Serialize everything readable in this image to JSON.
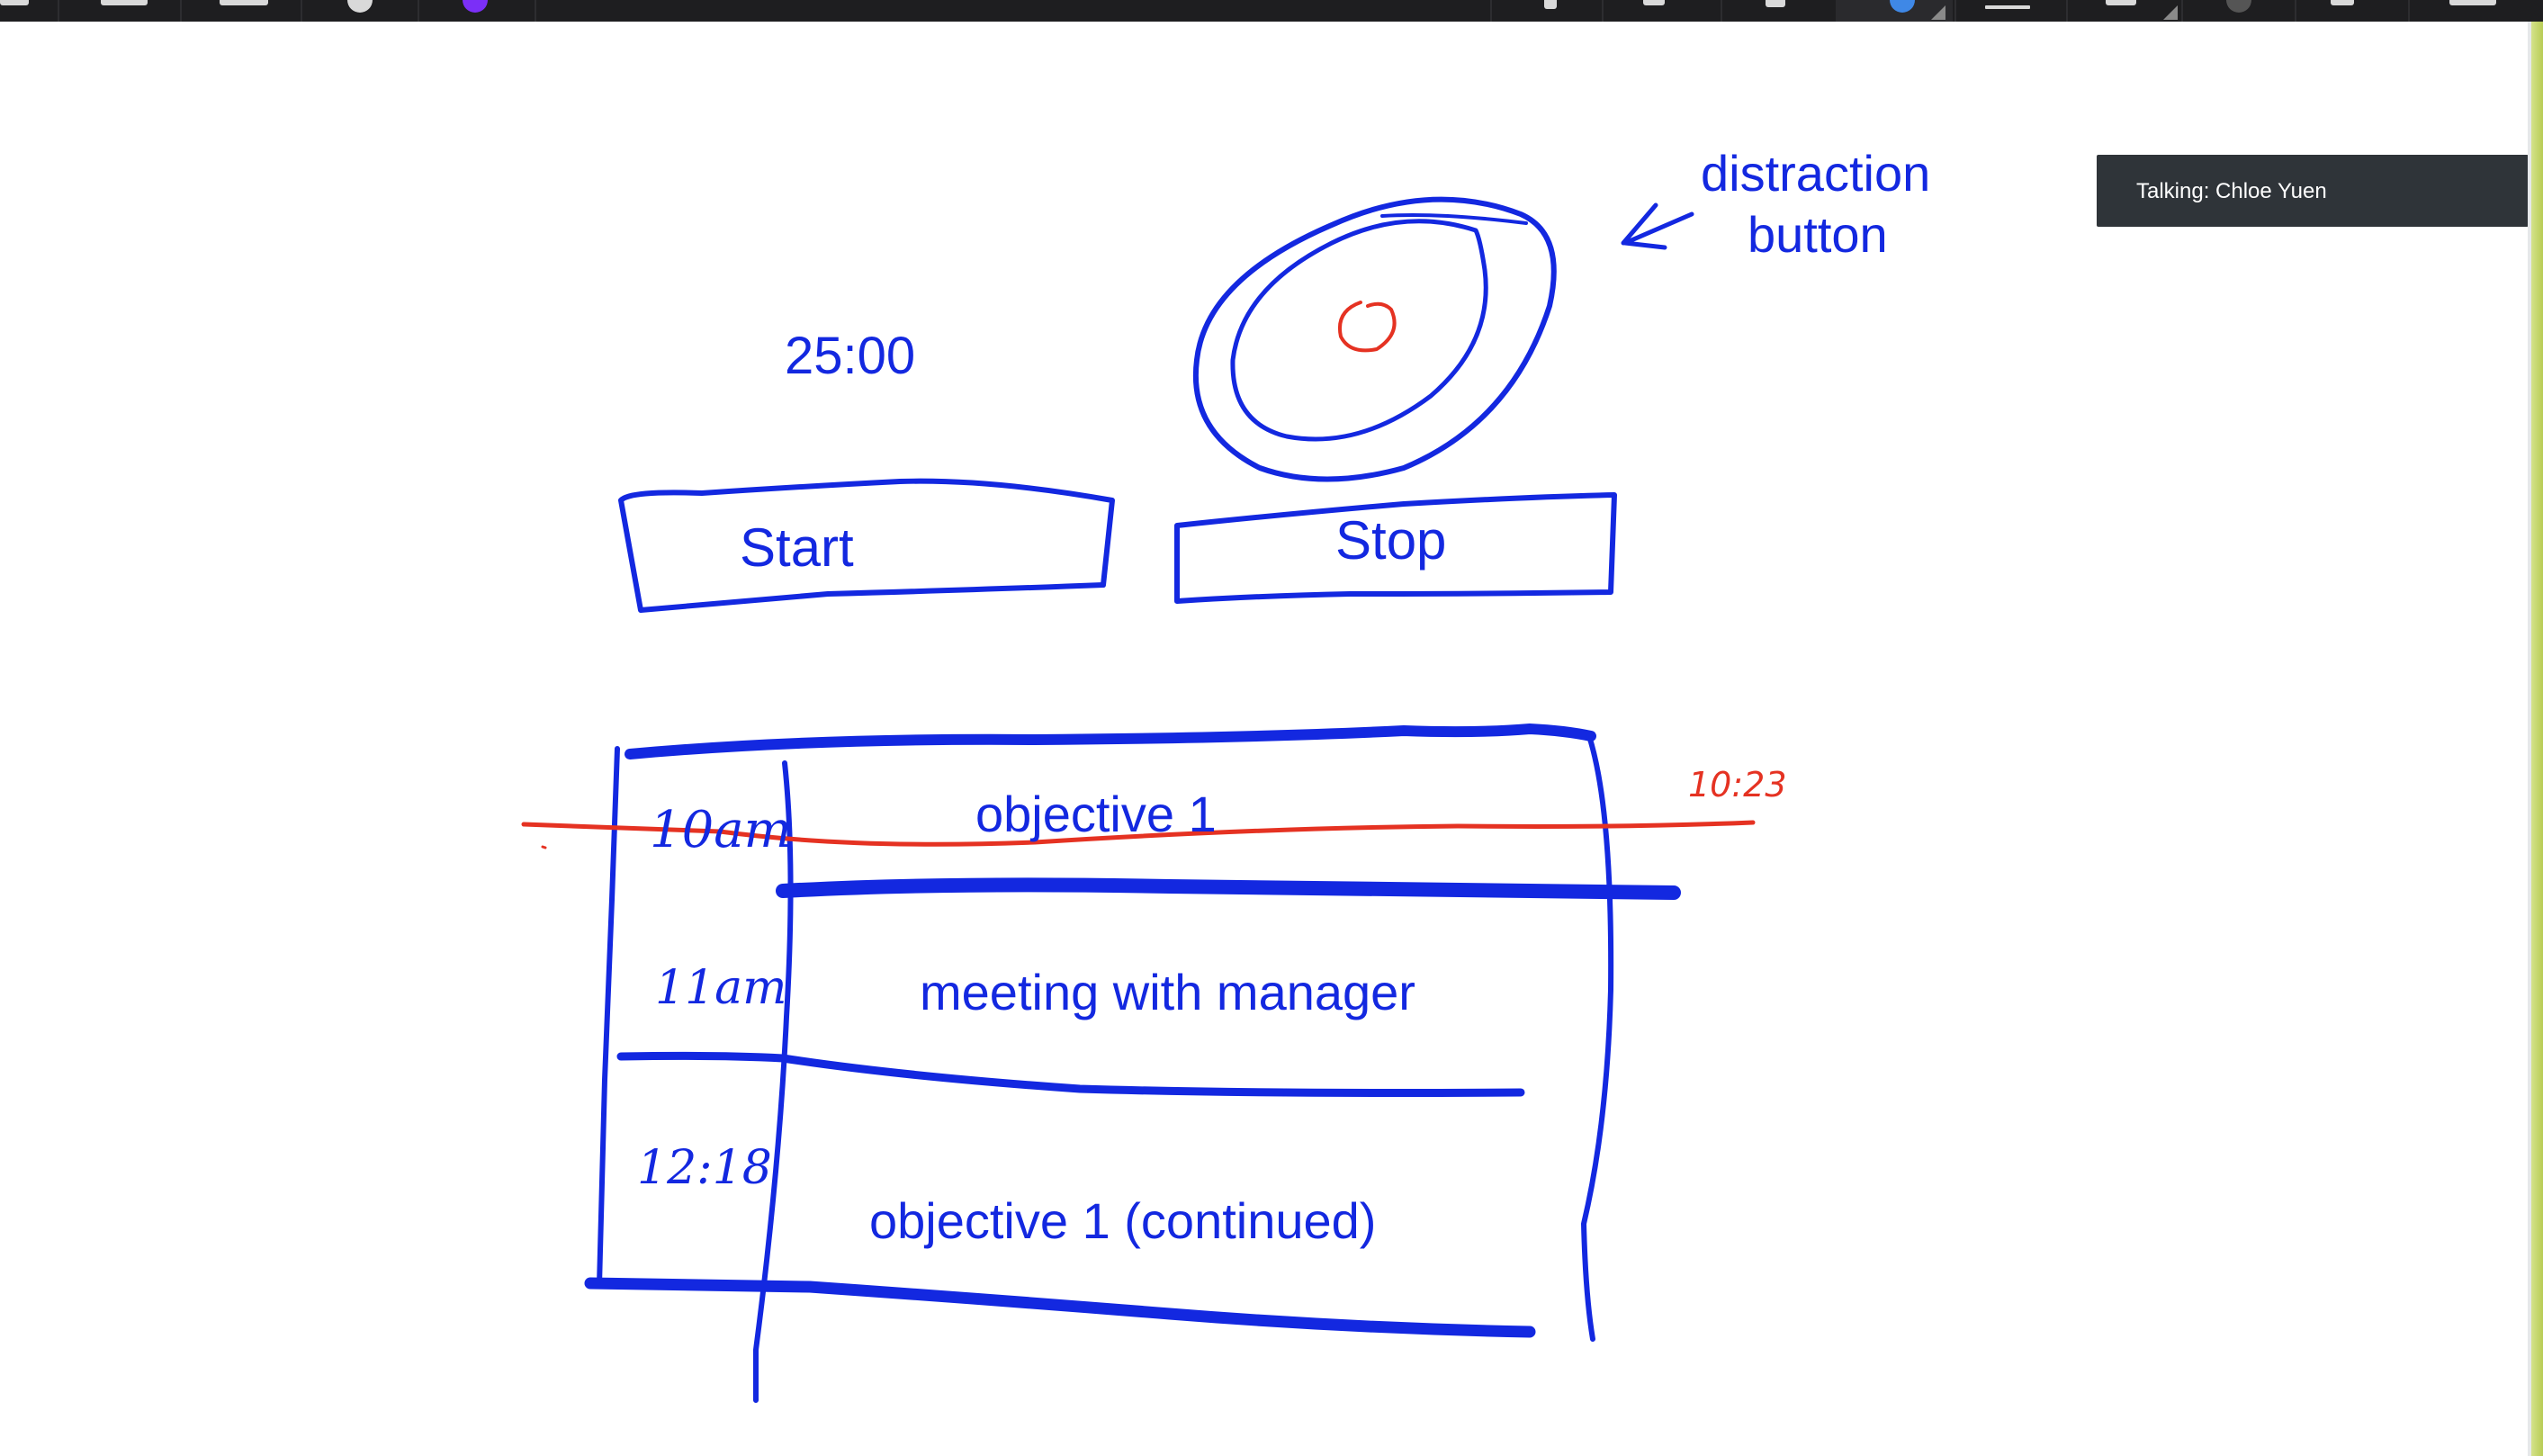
{
  "toolbar": {
    "icons": [
      "menu-icon",
      "folder-icon",
      "shape-icon",
      "circle-icon",
      "color-picker-icon",
      "add-icon",
      "pointer-icon",
      "text-icon",
      "moon-icon",
      "lines-icon",
      "star-icon",
      "record-icon",
      "file-icon",
      "camera-icon"
    ]
  },
  "whiteboard": {
    "timer": "25:00",
    "start_label": "Start",
    "stop_label": "Stop",
    "distraction_line1": "distraction",
    "distraction_line2": "button",
    "rows": [
      {
        "time": "10am",
        "task": "objective 1",
        "struck": true
      },
      {
        "time": "11am",
        "task": "meeting with manager",
        "struck": false
      },
      {
        "time": "12:18",
        "task": "objective 1 (continued)",
        "struck": false
      }
    ],
    "strike_note": "10:23",
    "ink_color": "#1328e0",
    "annotation_color": "#e53222"
  },
  "talking": {
    "label": "Talking: Chloe Yuen"
  }
}
